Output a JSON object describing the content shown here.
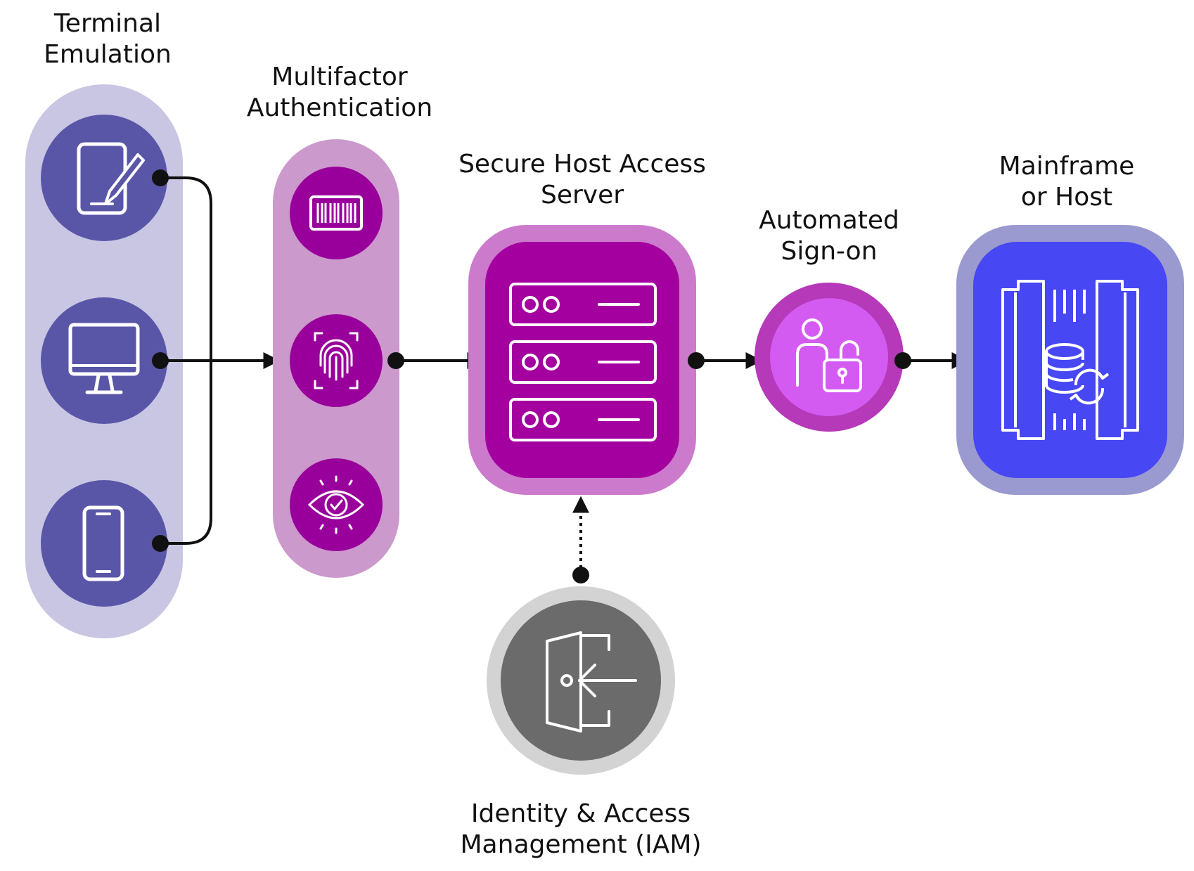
{
  "labels": {
    "terminal_emulation": [
      "Terminal",
      "Emulation"
    ],
    "multifactor_authentication": [
      "Multifactor",
      "Authentication"
    ],
    "secure_host_access_server": [
      "Secure Host Access",
      "Server"
    ],
    "automated_sign_on": [
      "Automated",
      "Sign-on"
    ],
    "mainframe_or_host": [
      "Mainframe",
      "or Host"
    ],
    "iam": [
      "Identity & Access",
      "Management (IAM)"
    ]
  },
  "icons": {
    "terminal_emulation": [
      "tablet-pen-icon",
      "desktop-monitor-icon",
      "smartphone-icon"
    ],
    "multifactor_authentication": [
      "barcode-icon",
      "fingerprint-icon",
      "eye-scan-icon"
    ],
    "secure_host_access_server": "server-rack-icon",
    "automated_sign_on": "user-unlock-icon",
    "mainframe_or_host": "mainframe-database-sync-icon",
    "iam": "door-enter-icon"
  },
  "colors": {
    "terminal_pill": "#c8c6e3",
    "terminal_circle": "#5a56a7",
    "mfa_pill": "#cc99cc",
    "mfa_circle": "#99009b",
    "server_outer": "#cc7acc",
    "server_inner": "#a3009f",
    "signon_outer": "#b539b8",
    "signon_inner": "#d45bf1",
    "host_outer": "#9a9ad0",
    "host_inner": "#4747f3",
    "iam_outer": "#d3d3d3",
    "iam_inner": "#6b6b6b",
    "connector": "#111111"
  }
}
